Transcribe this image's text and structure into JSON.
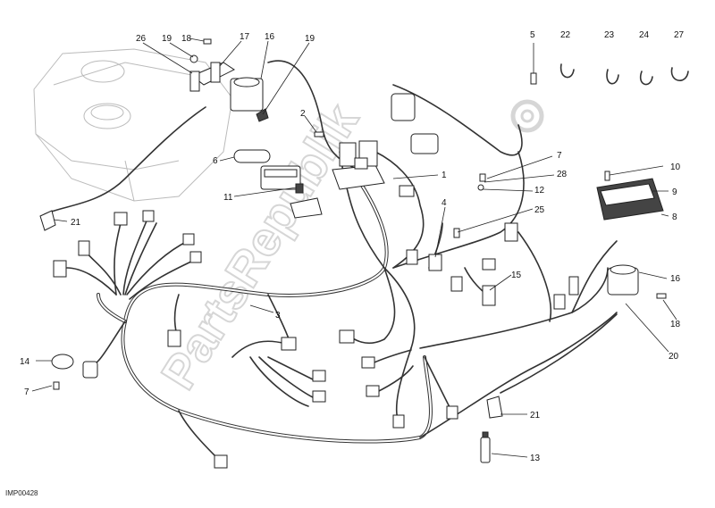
{
  "diagram": {
    "code": "IMP00428",
    "watermark": "PartsRepublik",
    "callouts": [
      {
        "id": "c1",
        "label": "1"
      },
      {
        "id": "c2",
        "label": "2"
      },
      {
        "id": "c3",
        "label": "3"
      },
      {
        "id": "c4",
        "label": "4"
      },
      {
        "id": "c5",
        "label": "5"
      },
      {
        "id": "c6",
        "label": "6"
      },
      {
        "id": "c7a",
        "label": "7"
      },
      {
        "id": "c7b",
        "label": "7"
      },
      {
        "id": "c8",
        "label": "8"
      },
      {
        "id": "c9",
        "label": "9"
      },
      {
        "id": "c10",
        "label": "10"
      },
      {
        "id": "c11",
        "label": "11"
      },
      {
        "id": "c12",
        "label": "12"
      },
      {
        "id": "c13",
        "label": "13"
      },
      {
        "id": "c14",
        "label": "14"
      },
      {
        "id": "c15",
        "label": "15"
      },
      {
        "id": "c16a",
        "label": "16"
      },
      {
        "id": "c16b",
        "label": "16"
      },
      {
        "id": "c17",
        "label": "17"
      },
      {
        "id": "c18a",
        "label": "18"
      },
      {
        "id": "c18b",
        "label": "18"
      },
      {
        "id": "c19a",
        "label": "19"
      },
      {
        "id": "c19b",
        "label": "19"
      },
      {
        "id": "c20",
        "label": "20"
      },
      {
        "id": "c21a",
        "label": "21"
      },
      {
        "id": "c21b",
        "label": "21"
      },
      {
        "id": "c22",
        "label": "22"
      },
      {
        "id": "c23",
        "label": "23"
      },
      {
        "id": "c24",
        "label": "24"
      },
      {
        "id": "c25",
        "label": "25"
      },
      {
        "id": "c26",
        "label": "26"
      },
      {
        "id": "c27",
        "label": "27"
      },
      {
        "id": "c28",
        "label": "28"
      }
    ]
  }
}
